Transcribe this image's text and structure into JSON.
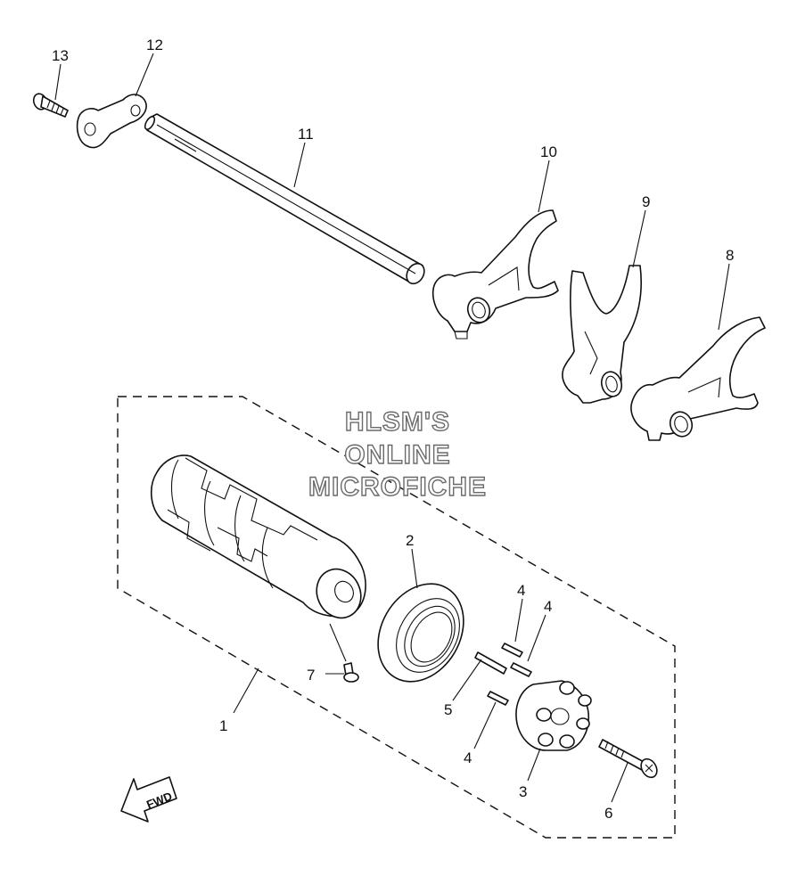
{
  "callouts": {
    "c1": "1",
    "c2": "2",
    "c3": "3",
    "c4a": "4",
    "c4b": "4",
    "c4c": "4",
    "c5": "5",
    "c6": "6",
    "c7": "7",
    "c8": "8",
    "c9": "9",
    "c10": "10",
    "c11": "11",
    "c12": "12",
    "c13": "13"
  },
  "watermark": {
    "line1": "HLSM'S",
    "line2": "ONLINE",
    "line3": "MICROFICHE"
  },
  "direction_label": "FWD",
  "colors": {
    "ink": "#111111",
    "paper": "#ffffff",
    "watermark_outline": "#6a6a6a"
  }
}
